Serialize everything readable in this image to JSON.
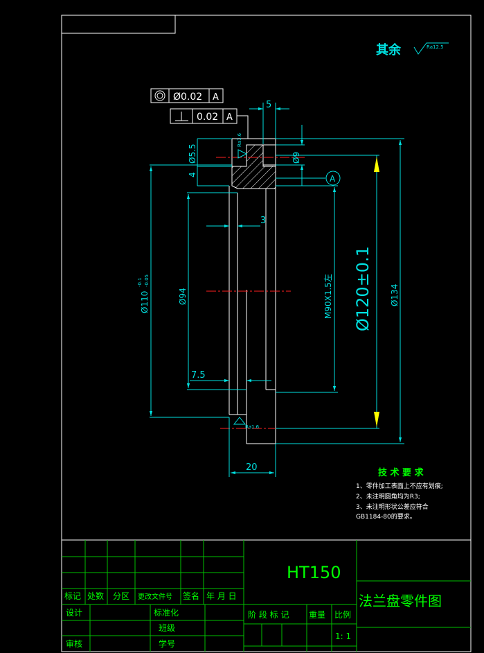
{
  "colors": {
    "background": "#000000",
    "frame": "#ffffff",
    "dimension": "#00e0e0",
    "centerline": "#ff2020",
    "title_text": "#00ff00",
    "green_grid": "#00c000",
    "note_text": "#ffffff",
    "arrow_yellow": "#ffff00"
  },
  "surface_note": {
    "label": "其余",
    "symbol_text": "Ra12.5"
  },
  "tolerance_frames": [
    {
      "symbol": "concentricity-icon",
      "value": "Ø0.02",
      "datum": "A"
    },
    {
      "symbol": "perpendicularity-icon",
      "value": "0.02",
      "datum": "A"
    }
  ],
  "datum_label": "A",
  "dimensions": {
    "d5": "5",
    "d55": "Ø5.5",
    "d4": "4",
    "d9": "Ø9",
    "d3": "3",
    "d110": "Ø110",
    "d110_tol_upper": "-0.1",
    "d110_tol_lower": "-0.05",
    "d94": "Ø94",
    "thread": "M90X1.5左",
    "d120": "Ø120±0.1",
    "d134": "Ø134",
    "d75": "7.5",
    "d20": "20",
    "ra_top": "Ra1.6",
    "ra_bottom": "Ra1.6"
  },
  "tech_requirements": {
    "title": "技 术 要 求",
    "items": [
      "1、零件加工表面上不应有划痕;",
      "2、未注明圆角均为R3;",
      "3、未注明形状公差应符合",
      "GB1184-80的要求。"
    ]
  },
  "title_block": {
    "material": "HT150",
    "drawing_name": "法兰盘零件图",
    "rev_headers": [
      "标记",
      "处数",
      "分区",
      "更改文件号",
      "签名",
      "年 月 日"
    ],
    "rows": [
      {
        "label": "设计",
        "mid": "标准化"
      },
      {
        "label": "",
        "mid": "班级"
      },
      {
        "label": "审核",
        "mid": "学号"
      }
    ],
    "stage_headers": [
      "阶 段 标 记",
      "重量",
      "比例"
    ],
    "scale": "1: 1"
  }
}
